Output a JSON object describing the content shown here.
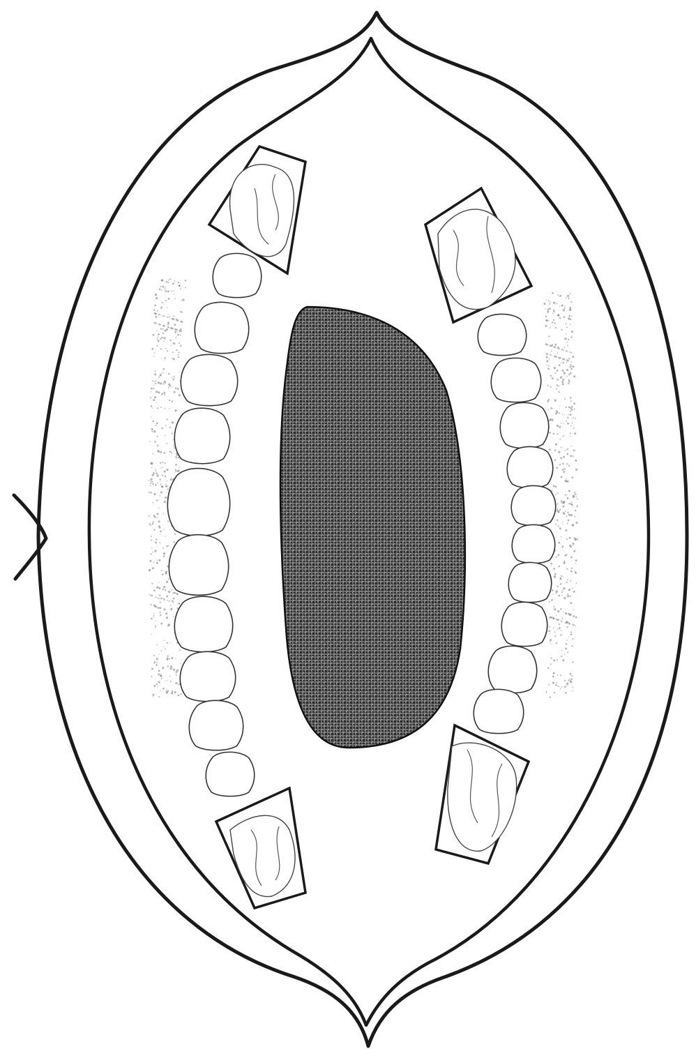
{
  "figure": {
    "colors": {
      "ink": "#1a1a1a",
      "paper": "#ffffff",
      "palate_fill": "#3a3a3a"
    },
    "parts": [
      "lips",
      "upper-arch",
      "lower-arch",
      "dam-clamps",
      "palate-mesh"
    ],
    "clamp_count": 4
  }
}
